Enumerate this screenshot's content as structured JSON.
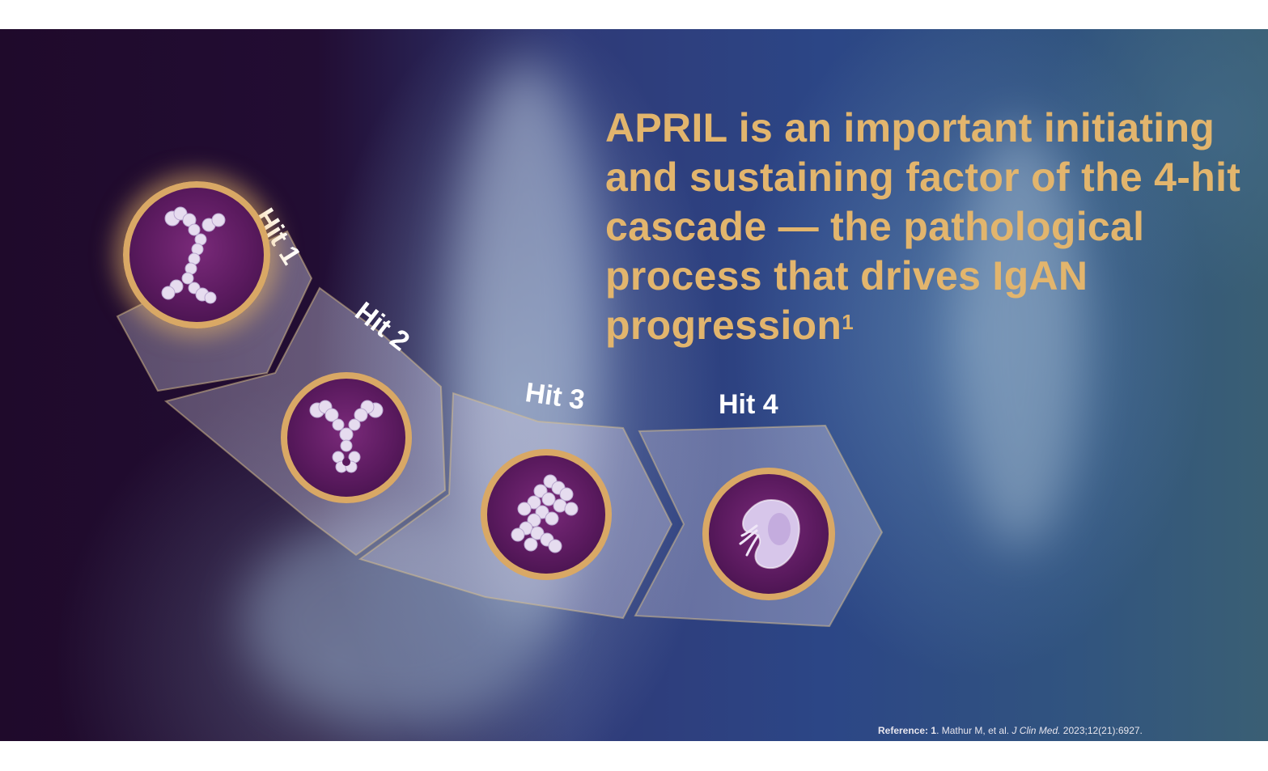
{
  "headline": {
    "text": "APRIL is an important initiating and sustaining factor of the 4-hit cascade — the pathological process that drives IgAN progression",
    "superscript": "1"
  },
  "hits": [
    {
      "label": "Hit 1",
      "icon": "antibody-monomer-icon"
    },
    {
      "label": "Hit 2",
      "icon": "antibody-icon"
    },
    {
      "label": "Hit 3",
      "icon": "immune-complex-icon"
    },
    {
      "label": "Hit 4",
      "icon": "kidney-icon"
    }
  ],
  "reference": {
    "prefix": "Reference:",
    "number": "1",
    "authors": ". Mathur M, et al. ",
    "journal": "J Clin Med.",
    "citation": " 2023;12(21):6927."
  },
  "colors": {
    "accent": "#e2b56d",
    "ring": "#d9a865",
    "circle_fill": "#5a1a5e",
    "text": "#ffffff"
  }
}
